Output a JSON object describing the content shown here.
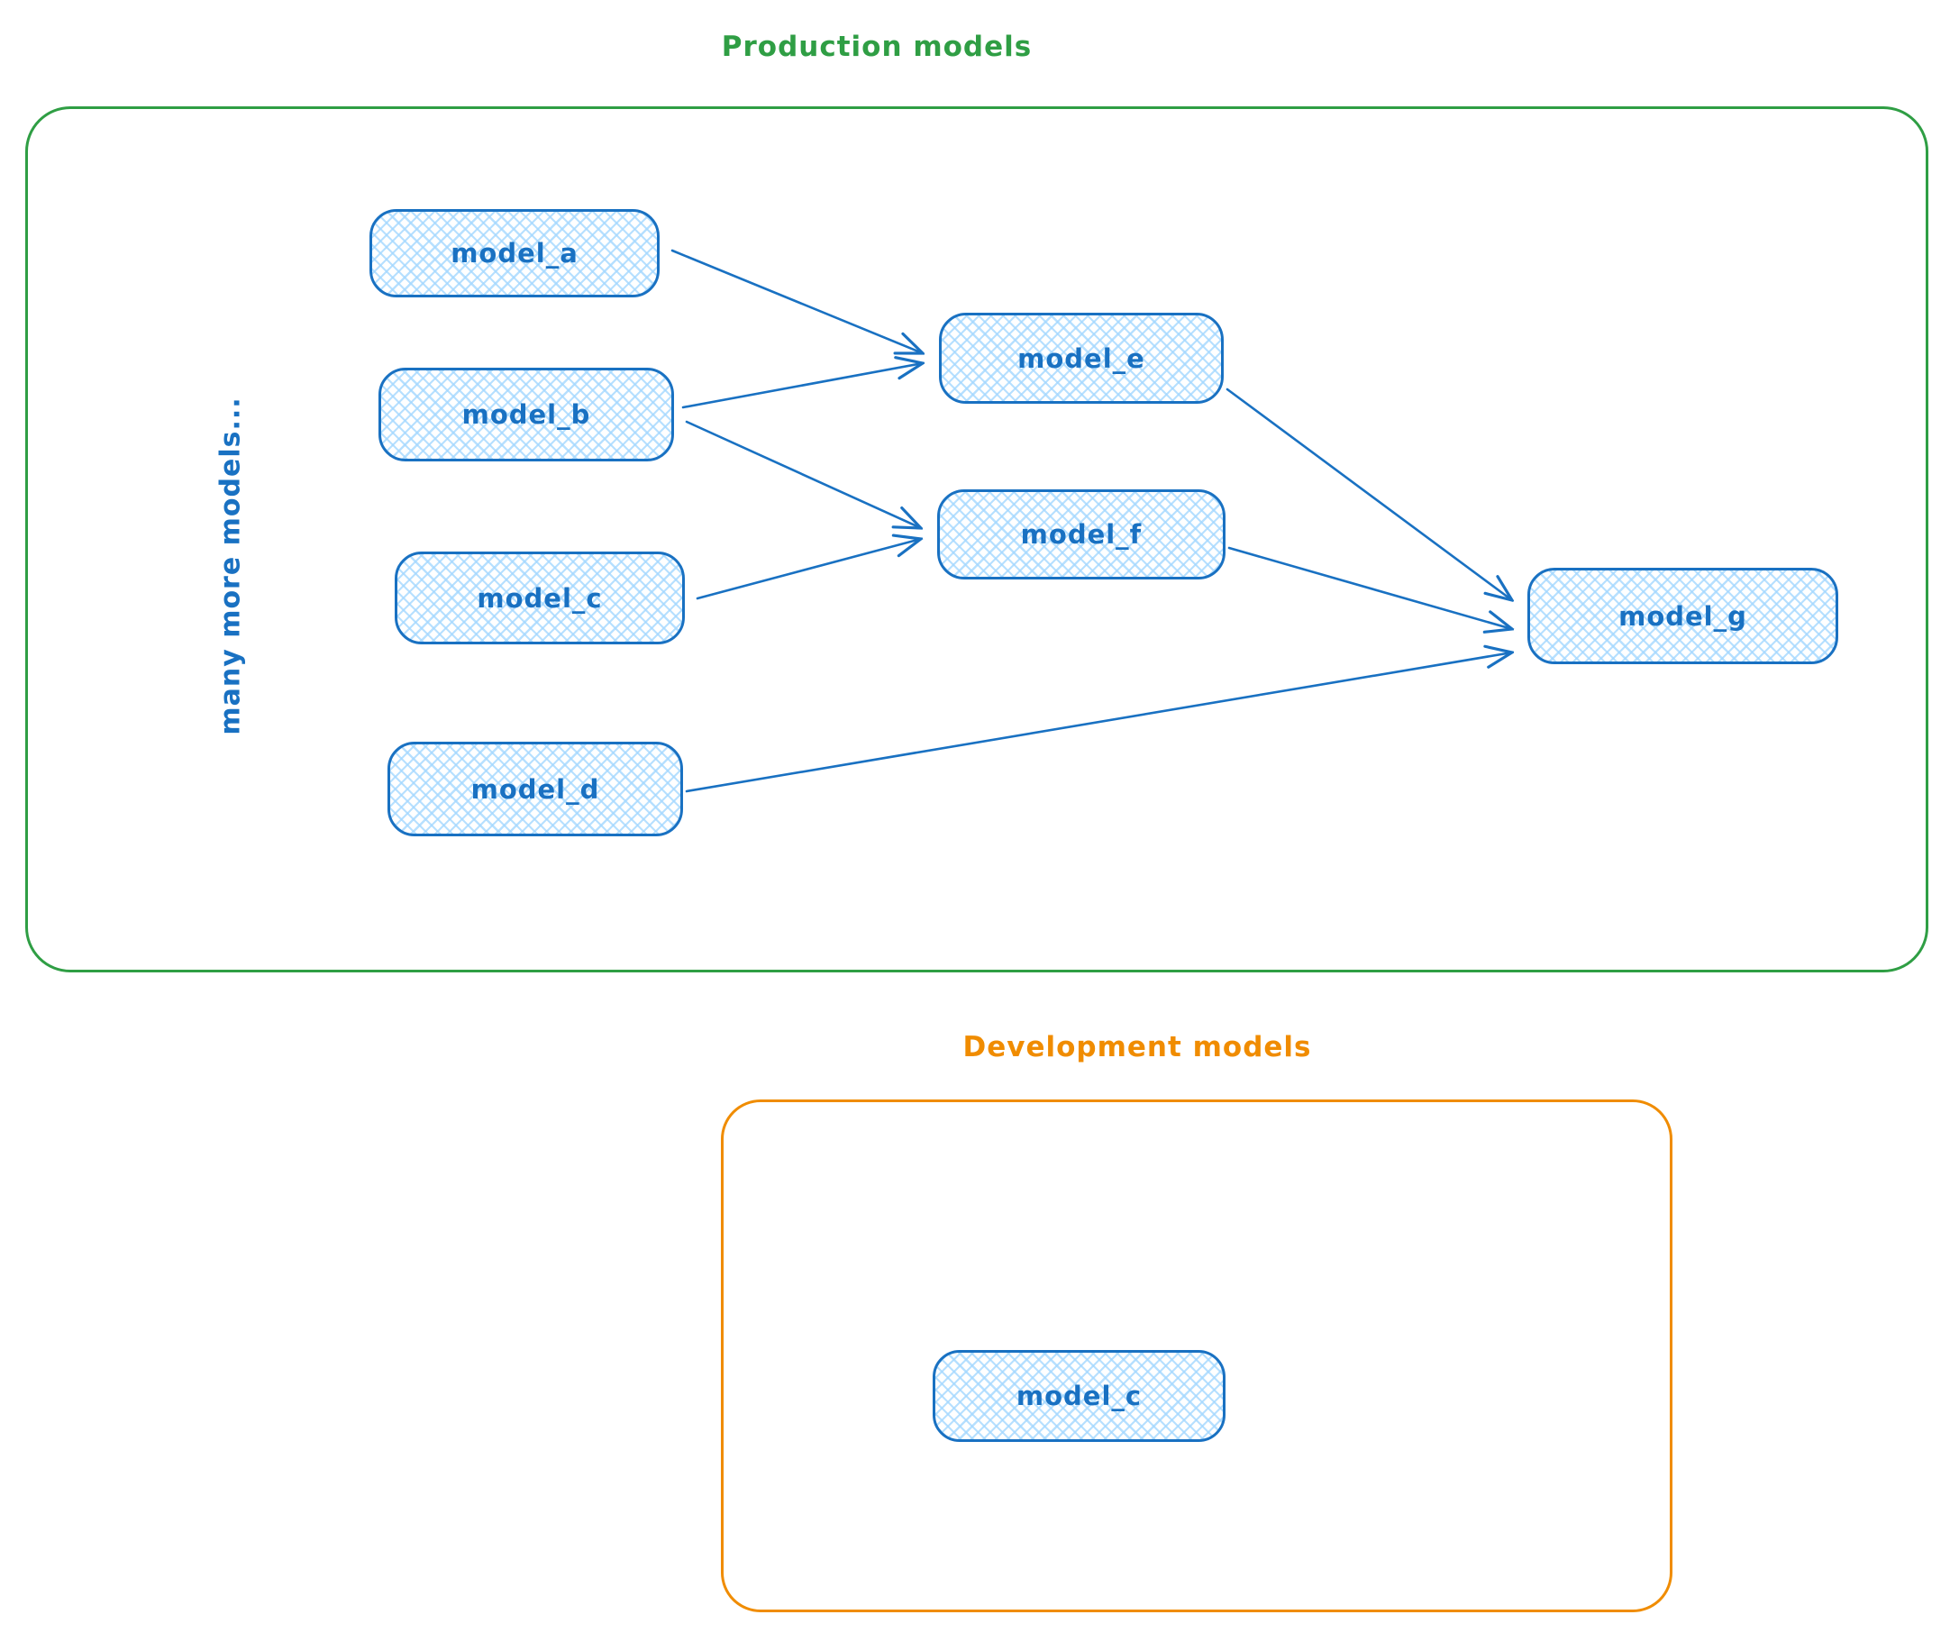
{
  "diagram": {
    "production": {
      "title": "Production models",
      "side_note": "many more models...",
      "nodes": {
        "model_a": {
          "label": "model_a"
        },
        "model_b": {
          "label": "model_b"
        },
        "model_c": {
          "label": "model_c"
        },
        "model_d": {
          "label": "model_d"
        },
        "model_e": {
          "label": "model_e"
        },
        "model_f": {
          "label": "model_f"
        },
        "model_g": {
          "label": "model_g"
        }
      }
    },
    "development": {
      "title": "Development models",
      "nodes": {
        "model_c": {
          "label": "model_c"
        }
      }
    },
    "edges": [
      {
        "from": "model_a",
        "to": "model_e"
      },
      {
        "from": "model_b",
        "to": "model_e"
      },
      {
        "from": "model_b",
        "to": "model_f"
      },
      {
        "from": "model_c",
        "to": "model_f"
      },
      {
        "from": "model_d",
        "to": "model_g"
      },
      {
        "from": "model_e",
        "to": "model_g"
      },
      {
        "from": "model_f",
        "to": "model_g"
      }
    ],
    "colors": {
      "production_border": "#2f9e44",
      "development_border": "#f08c00",
      "node_border": "#1971c2",
      "node_fill": "#a5d8ff",
      "node_text": "#1971c2"
    }
  }
}
